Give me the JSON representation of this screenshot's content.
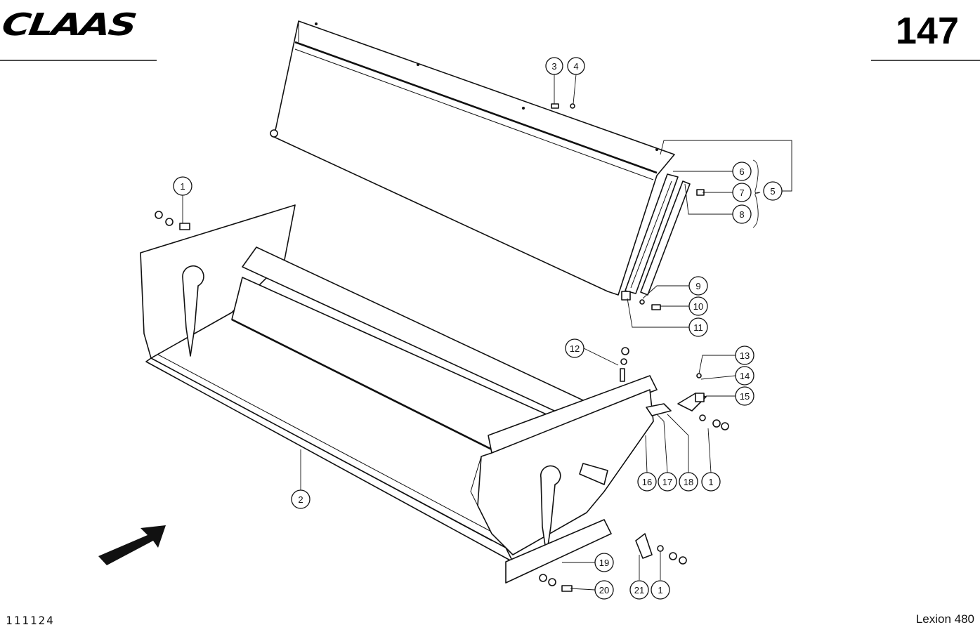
{
  "header": {
    "brand_logo": "CLAAS",
    "page_number": "147"
  },
  "footer": {
    "doc_id": "111124",
    "model": "Lexion 480"
  },
  "callouts": [
    "1",
    "2",
    "3",
    "4",
    "5",
    "6",
    "7",
    "8",
    "9",
    "10",
    "11",
    "12",
    "13",
    "14",
    "15",
    "16",
    "17",
    "18",
    "19",
    "20",
    "21",
    "1",
    "1",
    "1"
  ],
  "icons": {
    "direction_arrow": "travel-direction-arrow-icon"
  }
}
